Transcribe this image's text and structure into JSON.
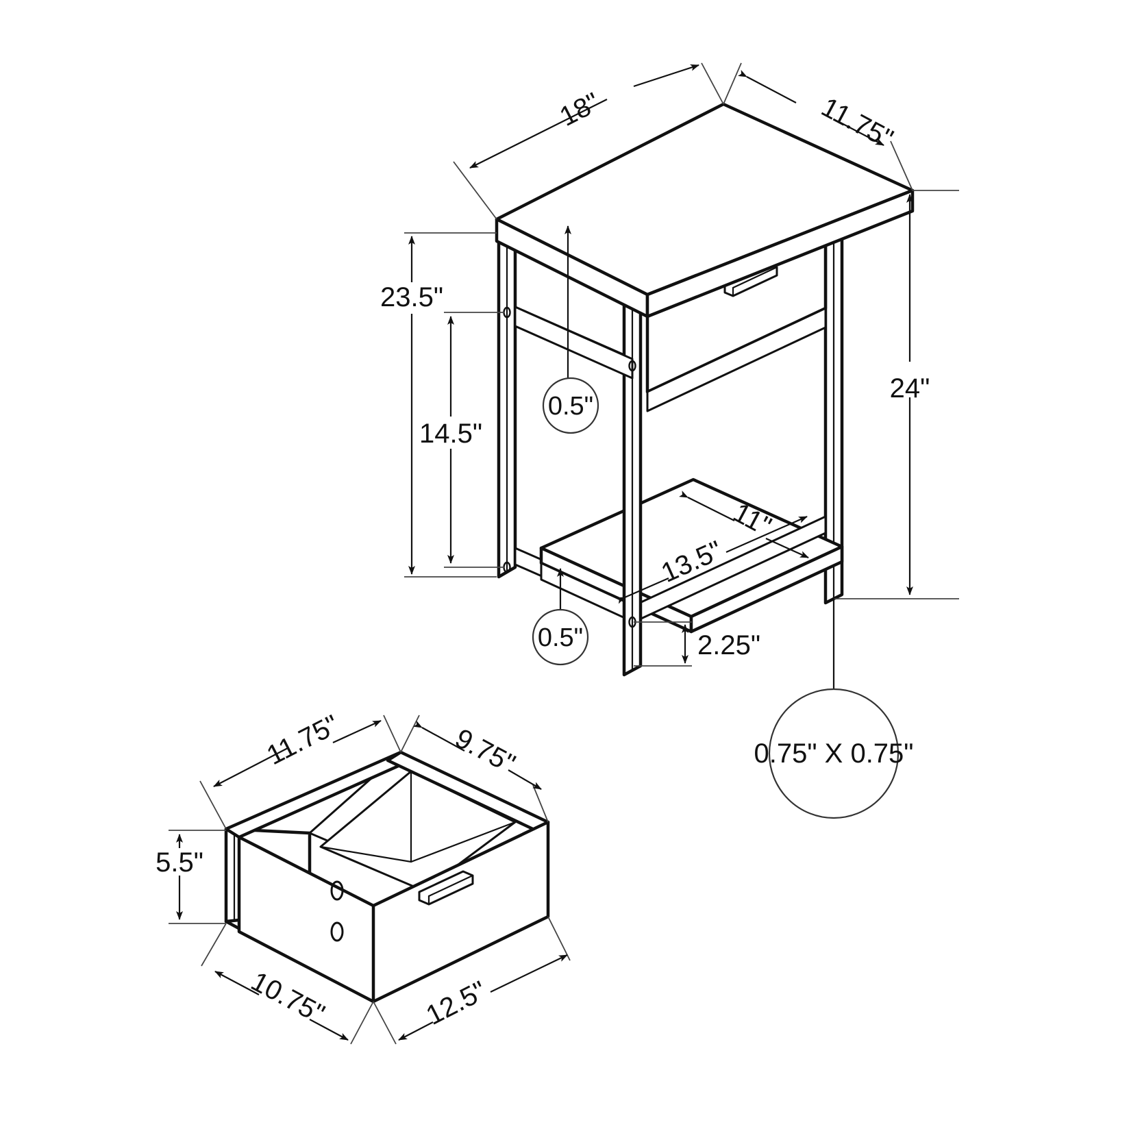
{
  "document": {
    "type": "furniture-assembly-technical-drawing",
    "subject": "Accent end table with one drawer and lower shelf",
    "background_color": "#ffffff",
    "line_color": "#111111"
  },
  "views": [
    {
      "id": "table-assembly",
      "name": "Table assembly isometric view",
      "label": ""
    },
    {
      "id": "drawer-box",
      "name": "Drawer box isometric view",
      "label": ""
    }
  ],
  "dimensions": {
    "table": {
      "top_width": "18\"",
      "top_depth": "11.75\"",
      "frame_height": "23.5\"",
      "leg_span_height": "14.5\"",
      "overall_height": "24\"",
      "shelf_depth": "11\"",
      "shelf_width": "13.5\"",
      "floor_clearance": "2.25\"",
      "panel_thickness_top": "0.5\"",
      "panel_thickness_shelf": "0.5\"",
      "leg_section": "0.75\" X 0.75\""
    },
    "drawer": {
      "box_width": "11.75\"",
      "box_depth": "9.75\"",
      "box_height": "5.5\"",
      "front_depth": "10.75\"",
      "front_width": "12.5\""
    }
  },
  "callouts": [
    {
      "id": "top-width",
      "text": "18\"",
      "style": "linear"
    },
    {
      "id": "top-depth",
      "text": "11.75\"",
      "style": "linear"
    },
    {
      "id": "frame-height",
      "text": "23.5\"",
      "style": "linear"
    },
    {
      "id": "leg-span-height",
      "text": "14.5\"",
      "style": "linear"
    },
    {
      "id": "overall-height",
      "text": "24\"",
      "style": "linear"
    },
    {
      "id": "top-thickness",
      "text": "0.5\"",
      "style": "balloon"
    },
    {
      "id": "shelf-thickness",
      "text": "0.5\"",
      "style": "balloon"
    },
    {
      "id": "shelf-depth",
      "text": "11\"",
      "style": "linear"
    },
    {
      "id": "shelf-width",
      "text": "13.5\"",
      "style": "linear"
    },
    {
      "id": "floor-clearance",
      "text": "2.25\"",
      "style": "linear"
    },
    {
      "id": "leg-section",
      "text": "0.75\" X 0.75\"",
      "style": "balloon"
    },
    {
      "id": "drawer-width",
      "text": "11.75\"",
      "style": "linear"
    },
    {
      "id": "drawer-depth",
      "text": "9.75\"",
      "style": "linear"
    },
    {
      "id": "drawer-height",
      "text": "5.5\"",
      "style": "linear"
    },
    {
      "id": "drawer-front-depth",
      "text": "10.75\"",
      "style": "linear"
    },
    {
      "id": "drawer-front-width",
      "text": "12.5\"",
      "style": "linear"
    }
  ]
}
